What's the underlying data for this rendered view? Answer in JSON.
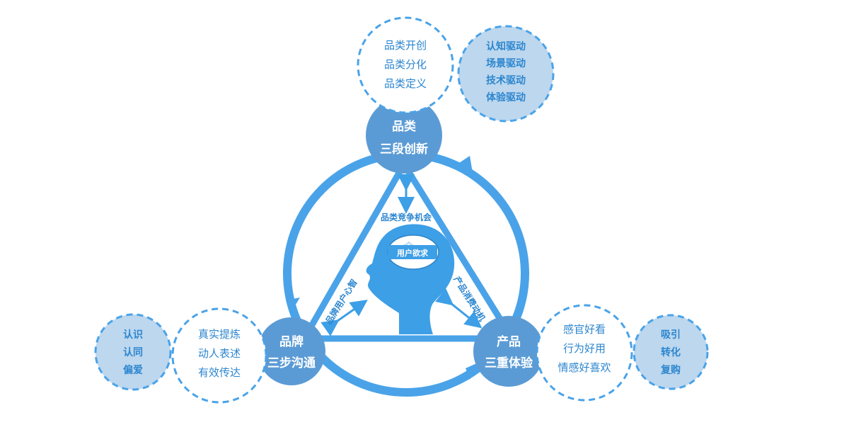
{
  "nodes": {
    "category": {
      "line1": "品类",
      "line2": "三段创新"
    },
    "brand": {
      "line1": "品牌",
      "line2": "三步沟通"
    },
    "product": {
      "line1": "产品",
      "line2": "三重体验"
    }
  },
  "bubbles": {
    "category_inner": [
      "品类开创",
      "品类分化",
      "品类定义"
    ],
    "category_outer": [
      "认知驱动",
      "场景驱动",
      "技术驱动",
      "体验驱动"
    ],
    "brand_inner": [
      "真实提炼",
      "动人表述",
      "有效传达"
    ],
    "brand_outer": [
      "认识",
      "认同",
      "偏爱"
    ],
    "product_inner": [
      "感官好看",
      "行为好用",
      "情感好喜欢"
    ],
    "product_outer": [
      "吸引",
      "转化",
      "复购"
    ]
  },
  "center": {
    "top_label": "品类竞争机会",
    "brain_label": "用户欲求",
    "left_label": "品牌用户心智",
    "right_label": "产品消费动机"
  },
  "colors": {
    "node_fill": "#5b9bd5",
    "ring": "#4aa3e8",
    "bubble_border": "#4aa3e8",
    "bubble_fill_outer": "#bdd7ee",
    "text_blue": "#2c86cf",
    "head": "#3d9fe6"
  }
}
